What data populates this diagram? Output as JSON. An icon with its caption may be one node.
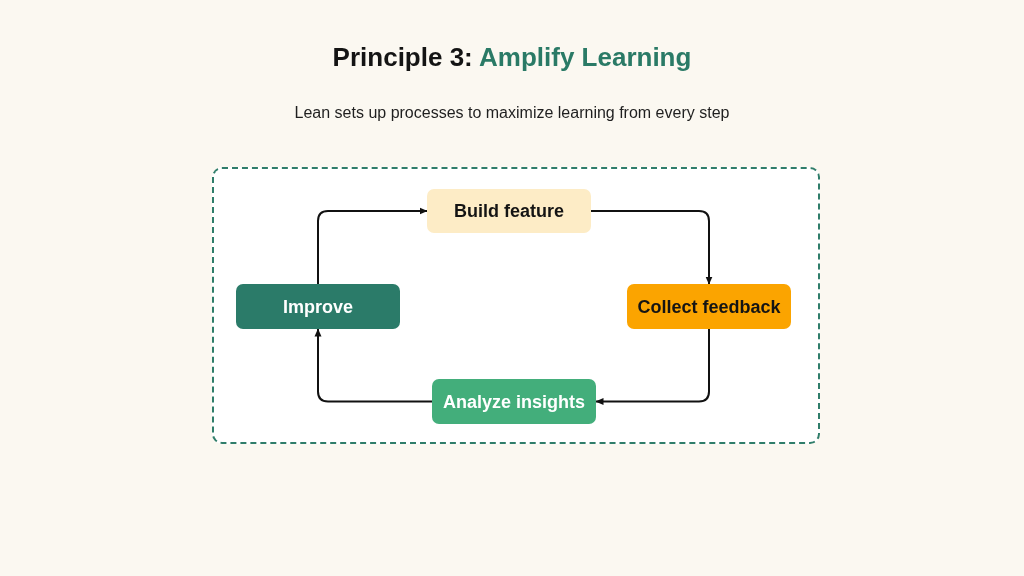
{
  "diagram": {
    "title": "Principle 3: Amplify Learning",
    "nodes": [
      {
        "text": [],
        "shape": "box"
      },
      {
        "text": [
          "Build feature"
        ],
        "in": 0
      },
      {
        "text": [
          "Improve"
        ],
        "in": 0
      },
      {
        "text": [
          "Collect feedback"
        ],
        "in": 0
      },
      {
        "text": [
          "Analyze insights"
        ],
        "in": 0
      }
    ],
    "edges": [
      {
        "from": 1,
        "to": 3,
        "arrow": "to"
      },
      {
        "from": 3,
        "to": 4,
        "arrow": "to"
      },
      {
        "from": 4,
        "to": 2,
        "arrow": "to"
      },
      {
        "from": 2,
        "to": 1,
        "arrow": "to"
      }
    ],
    "labels": [
      "Lean sets up processes to maximize learning from every step"
    ]
  }
}
